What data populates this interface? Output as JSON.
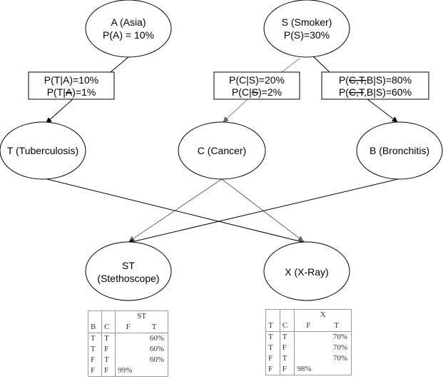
{
  "nodes": {
    "asia": {
      "line1": "A (Asia)",
      "line2": "P(A) = 10%"
    },
    "smoker": {
      "line1": "S (Smoker)",
      "line2": "P(S)=30%"
    },
    "tuberculosis": {
      "label": "T (Tuberculosis)"
    },
    "cancer": {
      "label": "C (Cancer)"
    },
    "bronchitis": {
      "label": "B (Bronchitis)"
    },
    "stethoscope": {
      "line1": "ST",
      "line2": "(Stethoscope)"
    },
    "xray": {
      "label": "X (X-Ray)"
    }
  },
  "boxes": {
    "t_given_a": {
      "l1_a": "P(T|A)=10%",
      "l2_a": "P(T|",
      "l2_strike": "A",
      "l2_b": ")=1%"
    },
    "c_given_s": {
      "l1_a": "P(C|S)=20%",
      "l2_a": "P(C|",
      "l2_strike": "S",
      "l2_b": ")=2%"
    },
    "b_given_cts": {
      "l1_a": "P(",
      "l1_strike": "C,T,",
      "l1_b": "B|S)=80%",
      "l2_a": "P(",
      "l2_strike": "C,T",
      "l2_b": ",B|S)=60%"
    }
  },
  "cpt_st": {
    "title": "ST",
    "col_headers": [
      "B",
      "C",
      "F",
      "T"
    ],
    "rows": [
      [
        "T",
        "T",
        "",
        "60%"
      ],
      [
        "T",
        "F",
        "",
        "60%"
      ],
      [
        "F",
        "T",
        "",
        "60%"
      ],
      [
        "F",
        "F",
        "99%",
        ""
      ]
    ]
  },
  "cpt_x": {
    "title": "X",
    "col_headers": [
      "T",
      "C",
      "F",
      "T"
    ],
    "rows": [
      [
        "T",
        "T",
        "",
        "70%"
      ],
      [
        "T",
        "F",
        "",
        "70%"
      ],
      [
        "F",
        "T",
        "",
        "70%"
      ],
      [
        "F",
        "F",
        "98%",
        ""
      ]
    ]
  }
}
